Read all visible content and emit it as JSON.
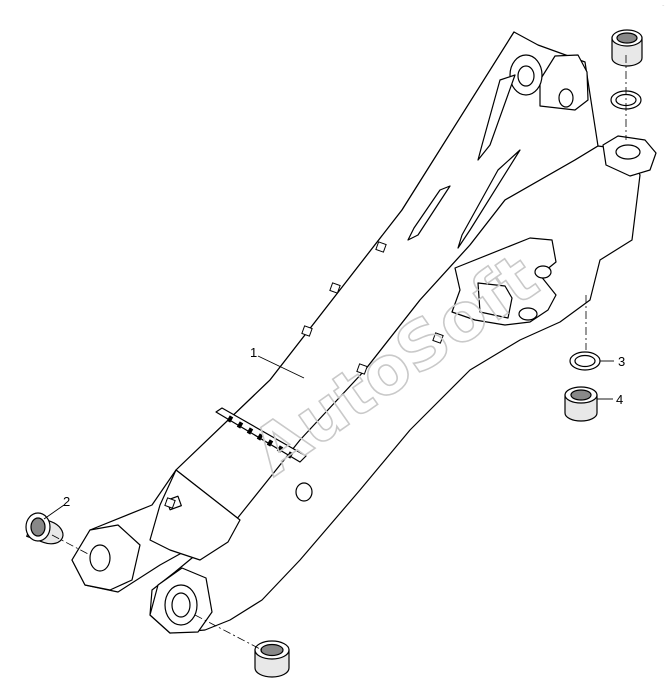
{
  "callouts": [
    {
      "number": "1",
      "part": "boom"
    },
    {
      "number": "2",
      "part": "bushing"
    },
    {
      "number": "3",
      "part": "ring"
    },
    {
      "number": "4",
      "part": "bushing"
    }
  ],
  "watermark": "AutoSoft",
  "corner_mark": "~"
}
